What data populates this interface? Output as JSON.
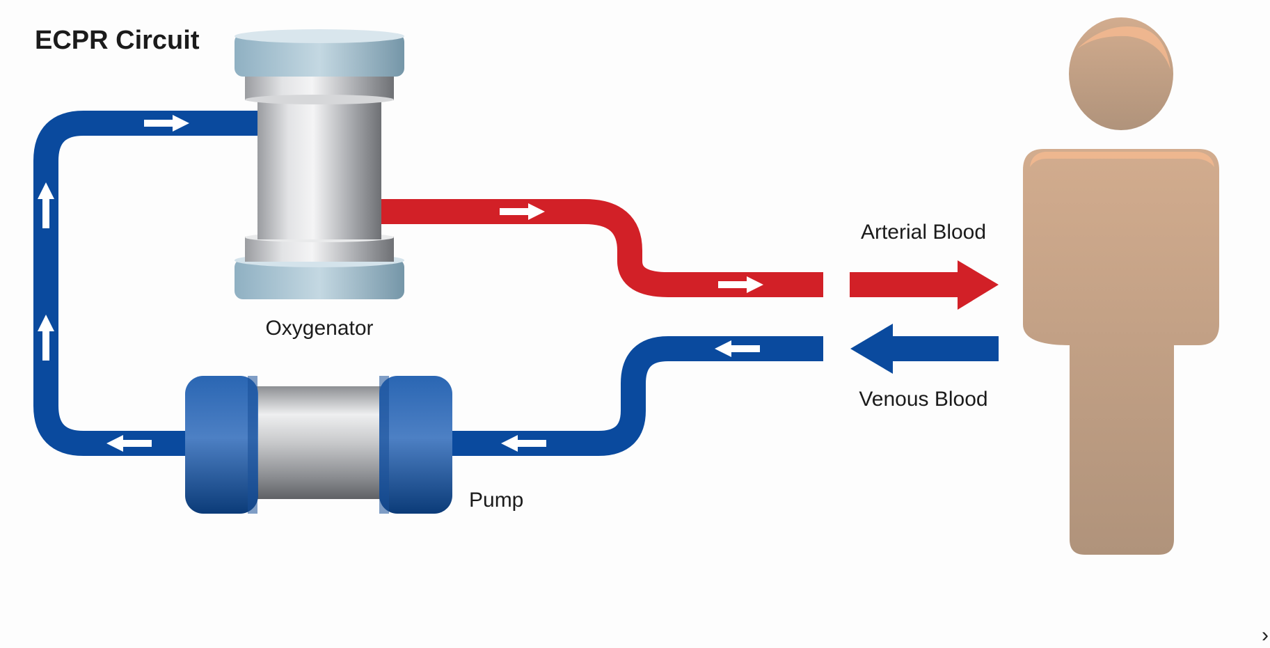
{
  "title": "ECPR Circuit",
  "labels": {
    "oxygenator": "Oxygenator",
    "pump": "Pump",
    "arterial": "Arterial Blood",
    "venous": "Venous Blood"
  },
  "corner_glyph": "›",
  "colors": {
    "venous_tube": "#0a4a9e",
    "arterial_tube": "#d22027",
    "pump_cap": "#1e5aa7",
    "skin": "#c9a286",
    "skin_dark": "#b09077",
    "skin_highlight": "#f3b98f",
    "oxygenator_cap": "#9fbccb",
    "steel": "#bfc1c4"
  },
  "icons": {
    "flow_arrow": "arrow-icon",
    "person": "person-icon"
  }
}
